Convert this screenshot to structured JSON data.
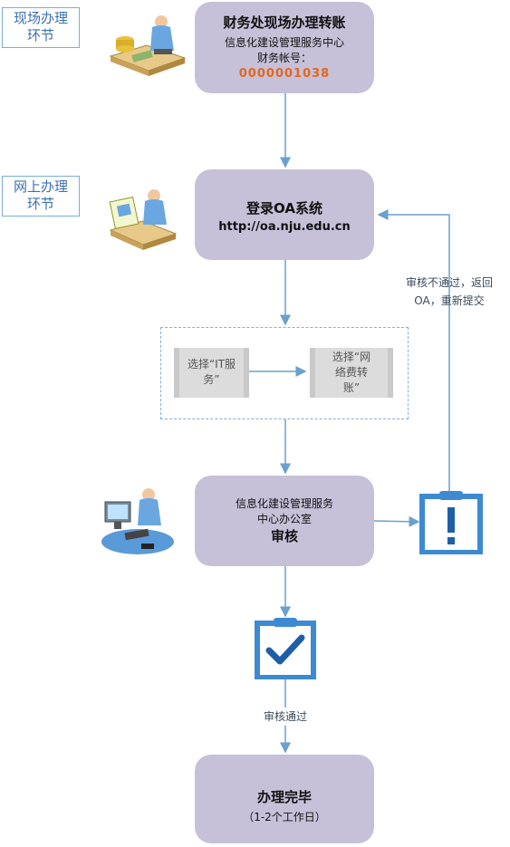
{
  "side_tags": [
    {
      "line1": "现场办理",
      "line2": "环节"
    },
    {
      "line1": "网上办理",
      "line2": "环节"
    }
  ],
  "nodes": {
    "onsite": {
      "title": "财务处现场办理转账",
      "line2": "信息化建设管理服务中心",
      "line3": "财务帐号：",
      "account": "0000001038"
    },
    "login": {
      "title": "登录OA系统",
      "url": "http://oa.nju.edu.cn"
    },
    "review": {
      "line1": "信息化建设管理服务",
      "line2": "中心办公室",
      "title": "审核"
    },
    "done": {
      "title": "办理完毕",
      "sub": "（1-2个工作日）"
    }
  },
  "options": {
    "first": {
      "line1": "选择“IT服",
      "line2": "务”"
    },
    "second": {
      "line1": "选择“网",
      "line2": "络费转",
      "line3": "账”"
    }
  },
  "edge_labels": {
    "reject_line1": "审核不通过，返回",
    "reject_line2": "OA，重新提交",
    "approved": "审核通过"
  },
  "colors": {
    "node_fill": "#c6c1d8",
    "connector": "#6aa0cd",
    "accent": "#e2671f",
    "clipboard": "#3d8ad2"
  }
}
